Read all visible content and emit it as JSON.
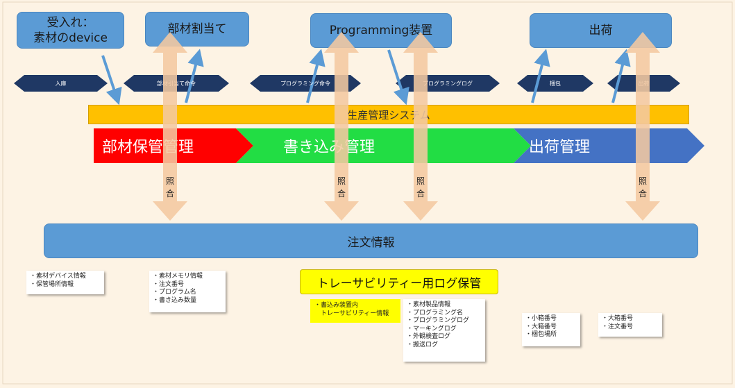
{
  "colors": {
    "background": "#fdf3e4",
    "top_box": "#5b9bd5",
    "hex_arrow": "#1f3864",
    "system_bar": "#ffc000",
    "stage_red": "#ff0000",
    "stage_green": "#22dd44",
    "stage_blue": "#4472c4",
    "flow_arrow": "#f4c8a0",
    "link_arrow": "#5b9bd5",
    "highlight": "#ffff00"
  },
  "top_boxes": {
    "receiving": "受入れ：\n素材のdevice",
    "allocation": "部材割当て",
    "programming": "Programming装置",
    "shipping": "出荷"
  },
  "hex_arrows": {
    "nyuko": "入庫",
    "allocation_cmd": "部材引当て命令",
    "programming_cmd": "プログラミング命令",
    "programming_log": "プログラミングログ",
    "packing": "梱包",
    "shipping": "出荷"
  },
  "system_bar": "生産管理システム",
  "stages": {
    "parts_storage": "部材保管管理",
    "writing": "書き込み管理",
    "shipping": "出荷管理"
  },
  "verify_label": "照\n合",
  "order_info": "注文情報",
  "trace_box": "トレーサビリティー用ログ保管",
  "notes": {
    "device_info": [
      "・素材デバイス情報",
      "・保管場所情報"
    ],
    "memory_info": [
      "・素材メモリ情報",
      "・注文番号",
      "・プログラム名",
      "・書き込み数量"
    ],
    "writer_trace": [
      "・書込み装置内",
      "　トレーサビリティー情報"
    ],
    "product_info": [
      "・素材製品情報",
      "・プログラミング名",
      "・プログラミングログ",
      "・マーキングログ",
      "・外観検査ログ",
      "・搬送ログ"
    ],
    "box_info": [
      "・小箱番号",
      "・大箱番号",
      "・梱包場所"
    ],
    "large_box_info": [
      "・大箱番号",
      "・注文番号"
    ]
  }
}
